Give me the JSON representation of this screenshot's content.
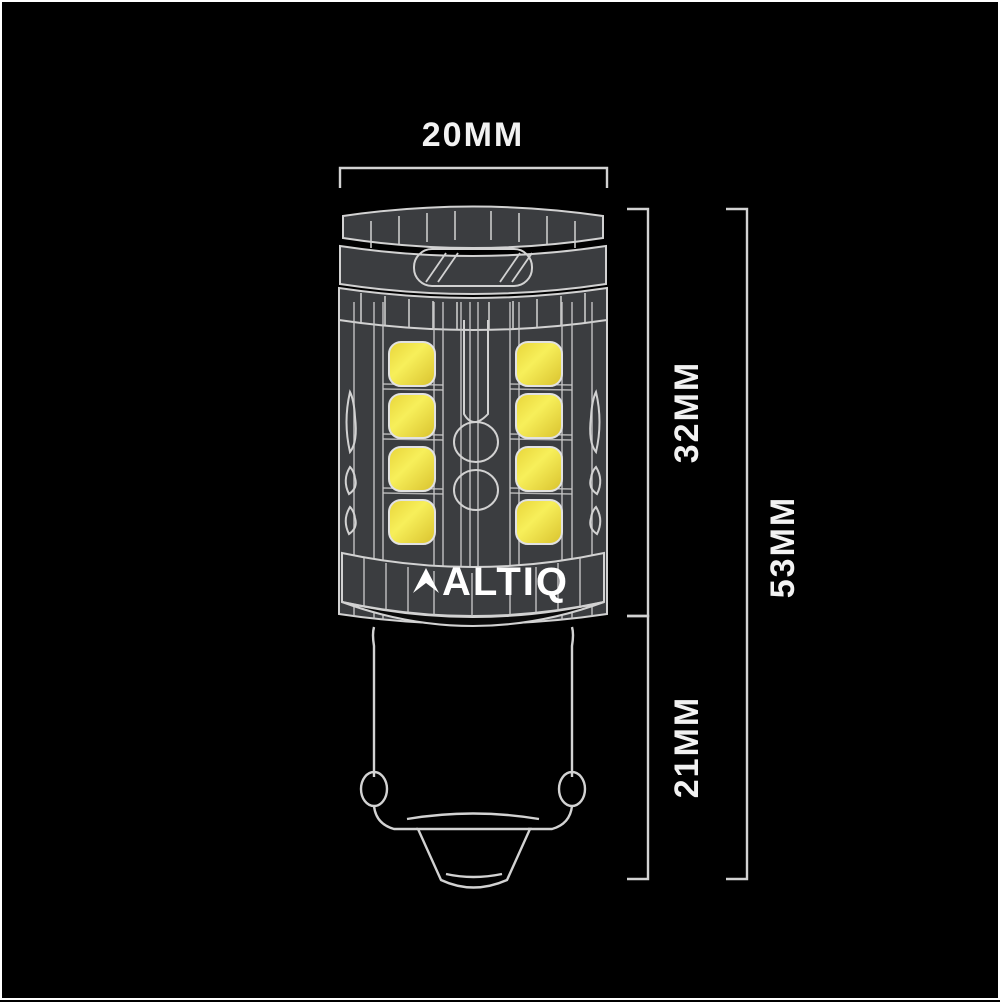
{
  "diagram": {
    "title": "LED bulb dimension diagram",
    "background_color": "#000000",
    "line_color": "#d2d2d2",
    "body_fill": "#3b3d40",
    "led_color": "#f2e53c",
    "text_color": "#f2f2f2"
  },
  "dimensions": {
    "width_label": "20MM",
    "emitter_height_label": "32MM",
    "base_height_label": "21MM",
    "total_height_label": "53MM"
  },
  "brand": {
    "wordmark": "ALTIQ",
    "mark": "triangle-arrow"
  },
  "leds": {
    "left_column_count": 4,
    "right_column_count": 4,
    "total_visible": 8
  }
}
